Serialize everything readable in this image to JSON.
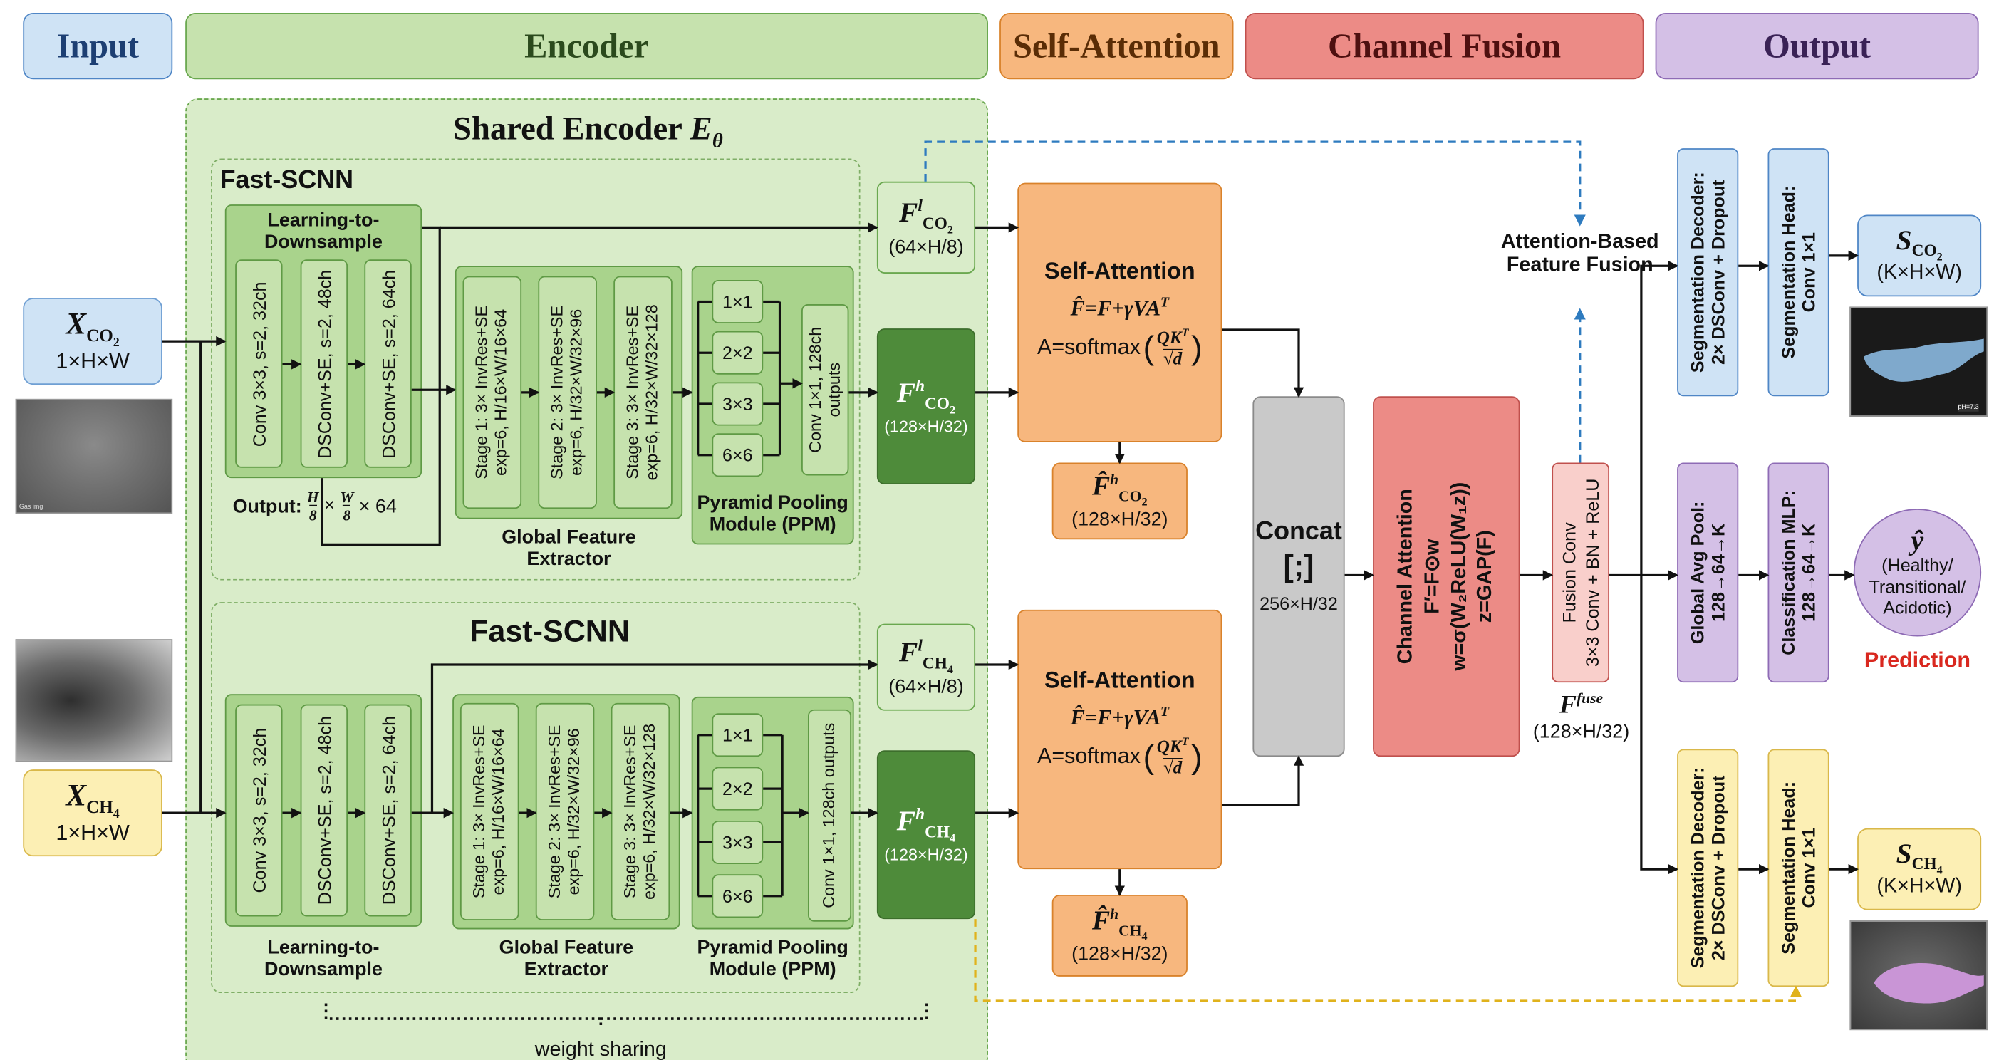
{
  "headers": {
    "input": "Input",
    "encoder": "Encoder",
    "self_attention": "Self-Attention",
    "channel_fusion": "Channel Fusion",
    "output": "Output"
  },
  "encoder": {
    "shared_title": "Shared Encoder",
    "shared_symbol": "E",
    "shared_sub": "θ",
    "weight_sharing": "weight sharing",
    "top": {
      "title": "Fast-SCNN",
      "ltd_title": "Learning-to-Downsample",
      "ltd_blocks": [
        "Conv 3×3, s=2, 32ch",
        "DSConv+SE, s=2, 48ch",
        "DSConv+SE, s=2, 64ch"
      ],
      "output_label": "Output:",
      "output_h": "H",
      "output_w": "W",
      "output_den": "8",
      "output_rest": "× 64",
      "gfe_blocks": [
        "Stage 1: 3× InvRes+SE\nexp=6, H/16×W/16×64",
        "Stage 2: 3× InvRes+SE\nexp=6, H/32×W/32×96",
        "Stage 3: 3× InvRes+SE\nexp=6, H/32×W/32×128"
      ],
      "gfe_label": "Global Feature Extractor",
      "ppm_pools": [
        "1×1",
        "2×2",
        "3×3",
        "6×6"
      ],
      "ppm_conv": "Conv 1×1, 128ch\noutputs",
      "ppm_label": "Pyramid Pooling Module (PPM)"
    },
    "bottom": {
      "title": "Fast-SCNN",
      "ltd_blocks": [
        "Conv 3×3, s=2, 32ch",
        "DSConv+SE, s=2, 48ch",
        "DSConv+SE, s=2, 64ch"
      ],
      "ltd_label": "Learning-to-Downsample",
      "gfe_blocks": [
        "Stage 1: 3× InvRes+SE\nexp=6, H/16×W/16×64",
        "Stage 2: 3× InvRes+SE\nexp=6, H/32×W/32×96",
        "Stage 3: 3× InvRes+SE\nexp=6, H/32×W/32×128"
      ],
      "gfe_label": "Global Feature Extractor",
      "ppm_pools": [
        "1×1",
        "2×2",
        "3×3",
        "6×6"
      ],
      "ppm_conv": "Conv 1×1, 128ch outputs",
      "ppm_label": "Pyramid Pooling Module (PPM)"
    }
  },
  "inputs": {
    "co2_symbol": "X",
    "co2_sub": "CO",
    "co2_sub2": "2",
    "co2_dim": "1×H×W",
    "ch4_symbol": "X",
    "ch4_sub": "CH",
    "ch4_sub2": "4",
    "ch4_dim": "1×H×W",
    "thumb1_caption": "Gas img"
  },
  "features": {
    "F": "F",
    "low_sup": "l",
    "high_sup": "h",
    "co2": "CO",
    "co2_n": "2",
    "ch4": "CH",
    "ch4_n": "4",
    "low_dim": "(64×H/8)",
    "high_dim": "(128×H/32)"
  },
  "attention": {
    "title": "Self-Attention",
    "eq1": "F̂=F+γVA",
    "eq1_sup": "T",
    "eq2_lhs": "A=softmax",
    "eq2_num": "QK",
    "eq2_num_sup": "T",
    "eq2_den": "√d",
    "out_dim": "(128×H/32)"
  },
  "fusion": {
    "concat_title": "Concat",
    "concat_sym": "[;]",
    "concat_dim": "256×H/32",
    "ca_text": "Channel Attention\nF′=F⊙w\nw=σ(W₂ReLU(W₁z))\nz=GAP(F)",
    "fconv_text": "Fusion Conv\n3×3 Conv + BN + ReLU",
    "ffuse": "F",
    "ffuse_sup": "fuse",
    "ffuse_dim": "(128×H/32)",
    "attn_fusion": "Attention-Based Feature Fusion"
  },
  "output": {
    "seg_dec": "Segmentation Decoder:\n2× DSConv + Dropout",
    "seg_head": "Segmentation Head:\nConv 1×1",
    "gap": "Global Avg Pool:\n128→64→K",
    "mlp": "Classification MLP:\n128→64→K",
    "s_symbol": "S",
    "s_co2": "CO",
    "s_co2_n": "2",
    "s_ch4": "CH",
    "s_ch4_n": "4",
    "s_dim": "(K×H×W)",
    "yhat": "ŷ",
    "classes": "(Healthy/\nTransitional/\nAcidotic)",
    "prediction": "Prediction",
    "thumb_caption": "pH=7.3"
  },
  "colors": {
    "input_bg": "#cfe3f5",
    "encoder_bg": "#d9ecc9",
    "attention_bg": "#f7b77e",
    "fusion_bg": "#ec8b86",
    "output_bg": "#d4c0e6",
    "green_block": "#a9d38c",
    "dark_green": "#4e8b3a",
    "prediction_red": "#d9281f"
  }
}
